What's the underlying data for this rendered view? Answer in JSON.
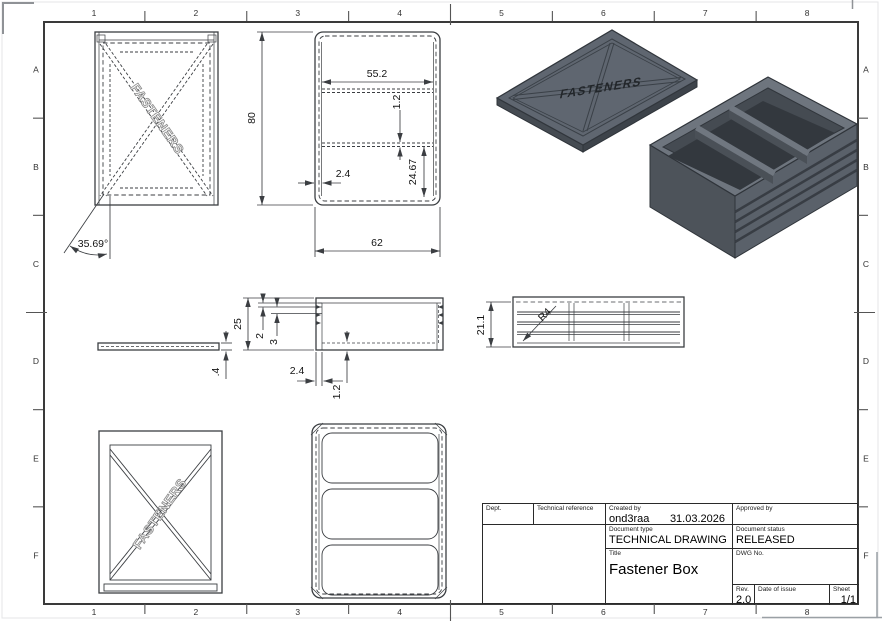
{
  "sheet": {
    "zone_columns": [
      "1",
      "2",
      "3",
      "4",
      "5",
      "6",
      "7",
      "8"
    ],
    "zone_rows": [
      "A",
      "B",
      "C",
      "D",
      "E",
      "F"
    ]
  },
  "model": {
    "embossed_label": "FASTENERS",
    "body_color": "#5f6670"
  },
  "dimensions": {
    "rib_angle": "35.69°",
    "box_length": "80",
    "pocket_width": "55.2",
    "divider_thickness": "1.2",
    "wall_thickness": "2.4",
    "pocket_length": "24.67",
    "box_width": "62",
    "lid_edge_thickness": ".4",
    "box_height": "25",
    "lip_height": "2",
    "groove_offset": "3",
    "side_wall_thickness": "2.4",
    "floor_thickness": "1.2",
    "inner_height": "21.1",
    "corner_radius": "R4"
  },
  "title_block": {
    "dept_label": "Dept.",
    "technical_reference_label": "Technical reference",
    "created_by_label": "Created by",
    "created_by_value": "ond3raa",
    "created_date": "31.03.2026",
    "approved_by_label": "Approved by",
    "document_type_label": "Document type",
    "document_type_value": "TECHNICAL DRAWING",
    "document_status_label": "Document status",
    "document_status_value": "RELEASED",
    "title_label": "Title",
    "title_value": "Fastener Box",
    "dwg_no_label": "DWG No.",
    "rev_label": "Rev.",
    "rev_value": "2.0",
    "date_of_issue_label": "Date of issue",
    "sheet_label": "Sheet",
    "sheet_value": "1/1"
  }
}
